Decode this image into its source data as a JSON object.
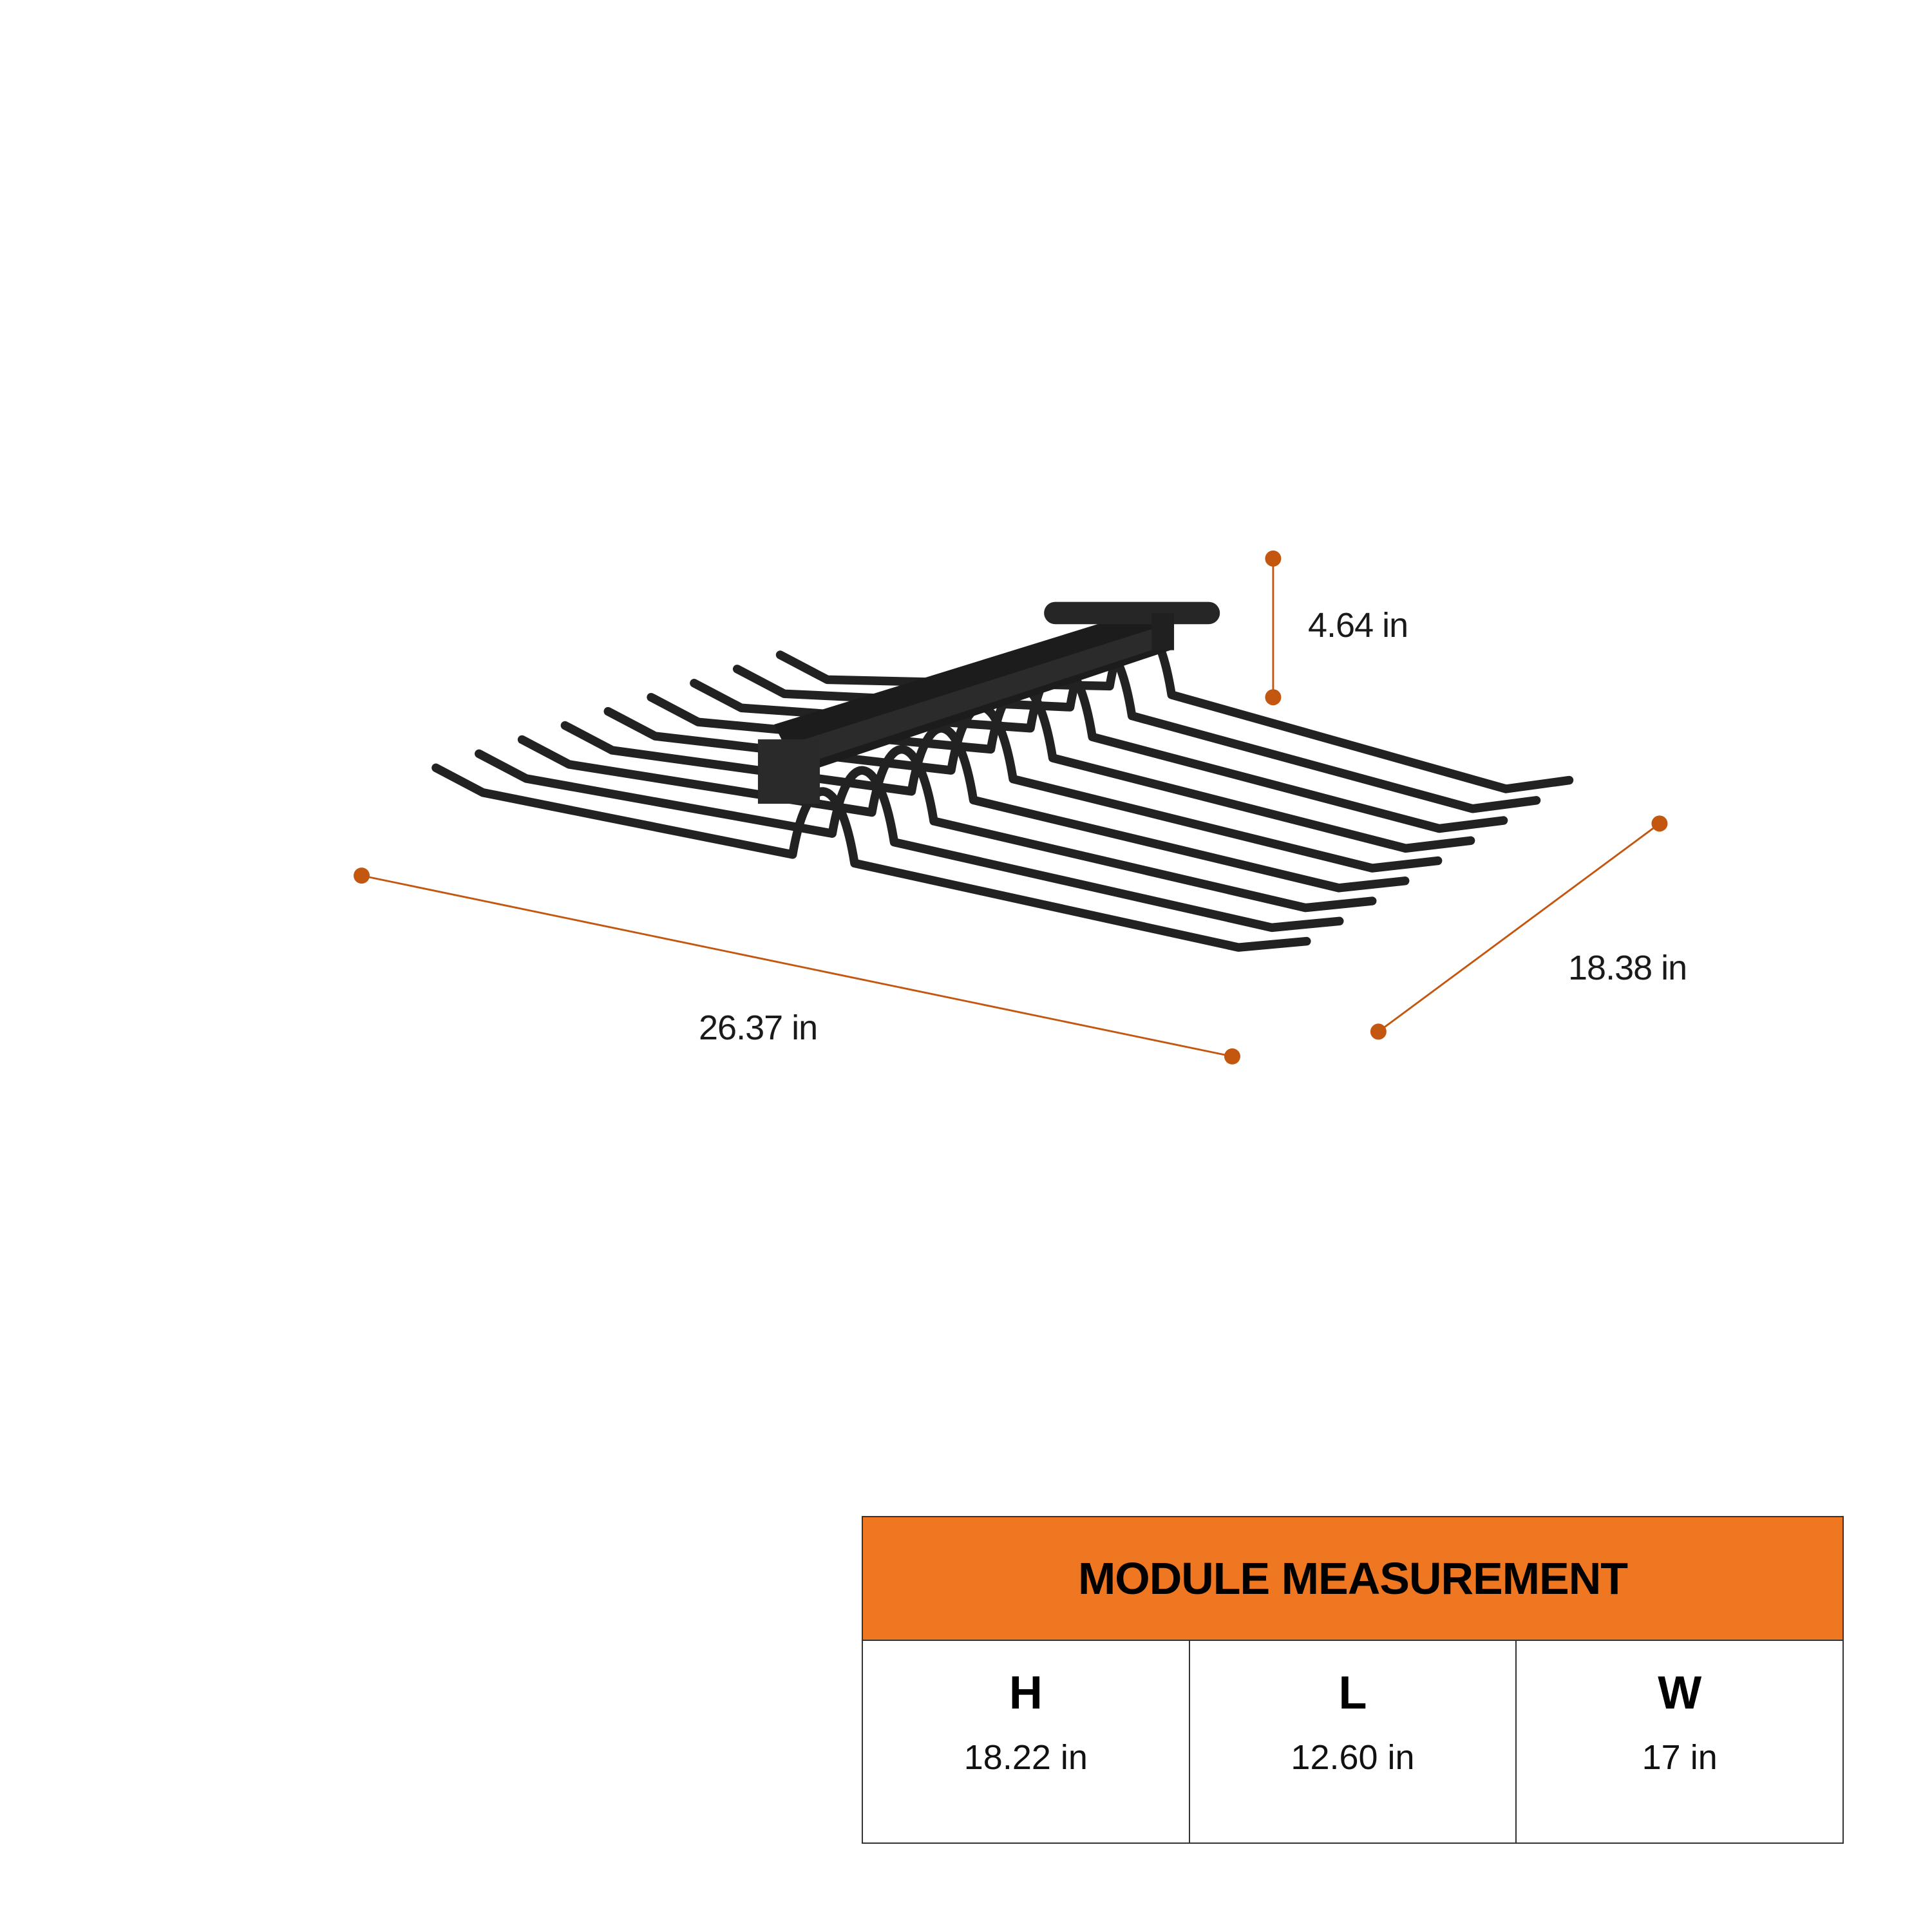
{
  "colors": {
    "dimension": "#c4570f",
    "table_header": "#f07722",
    "product": "#222222"
  },
  "dimensions": {
    "length": "26.37 in",
    "width": "18.38 in",
    "height": "4.64 in"
  },
  "table": {
    "title": "MODULE MEASUREMENT",
    "columns": [
      {
        "letter": "H",
        "value": "18.22 in"
      },
      {
        "letter": "L",
        "value": "12.60 in"
      },
      {
        "letter": "W",
        "value": "17 in"
      }
    ]
  }
}
